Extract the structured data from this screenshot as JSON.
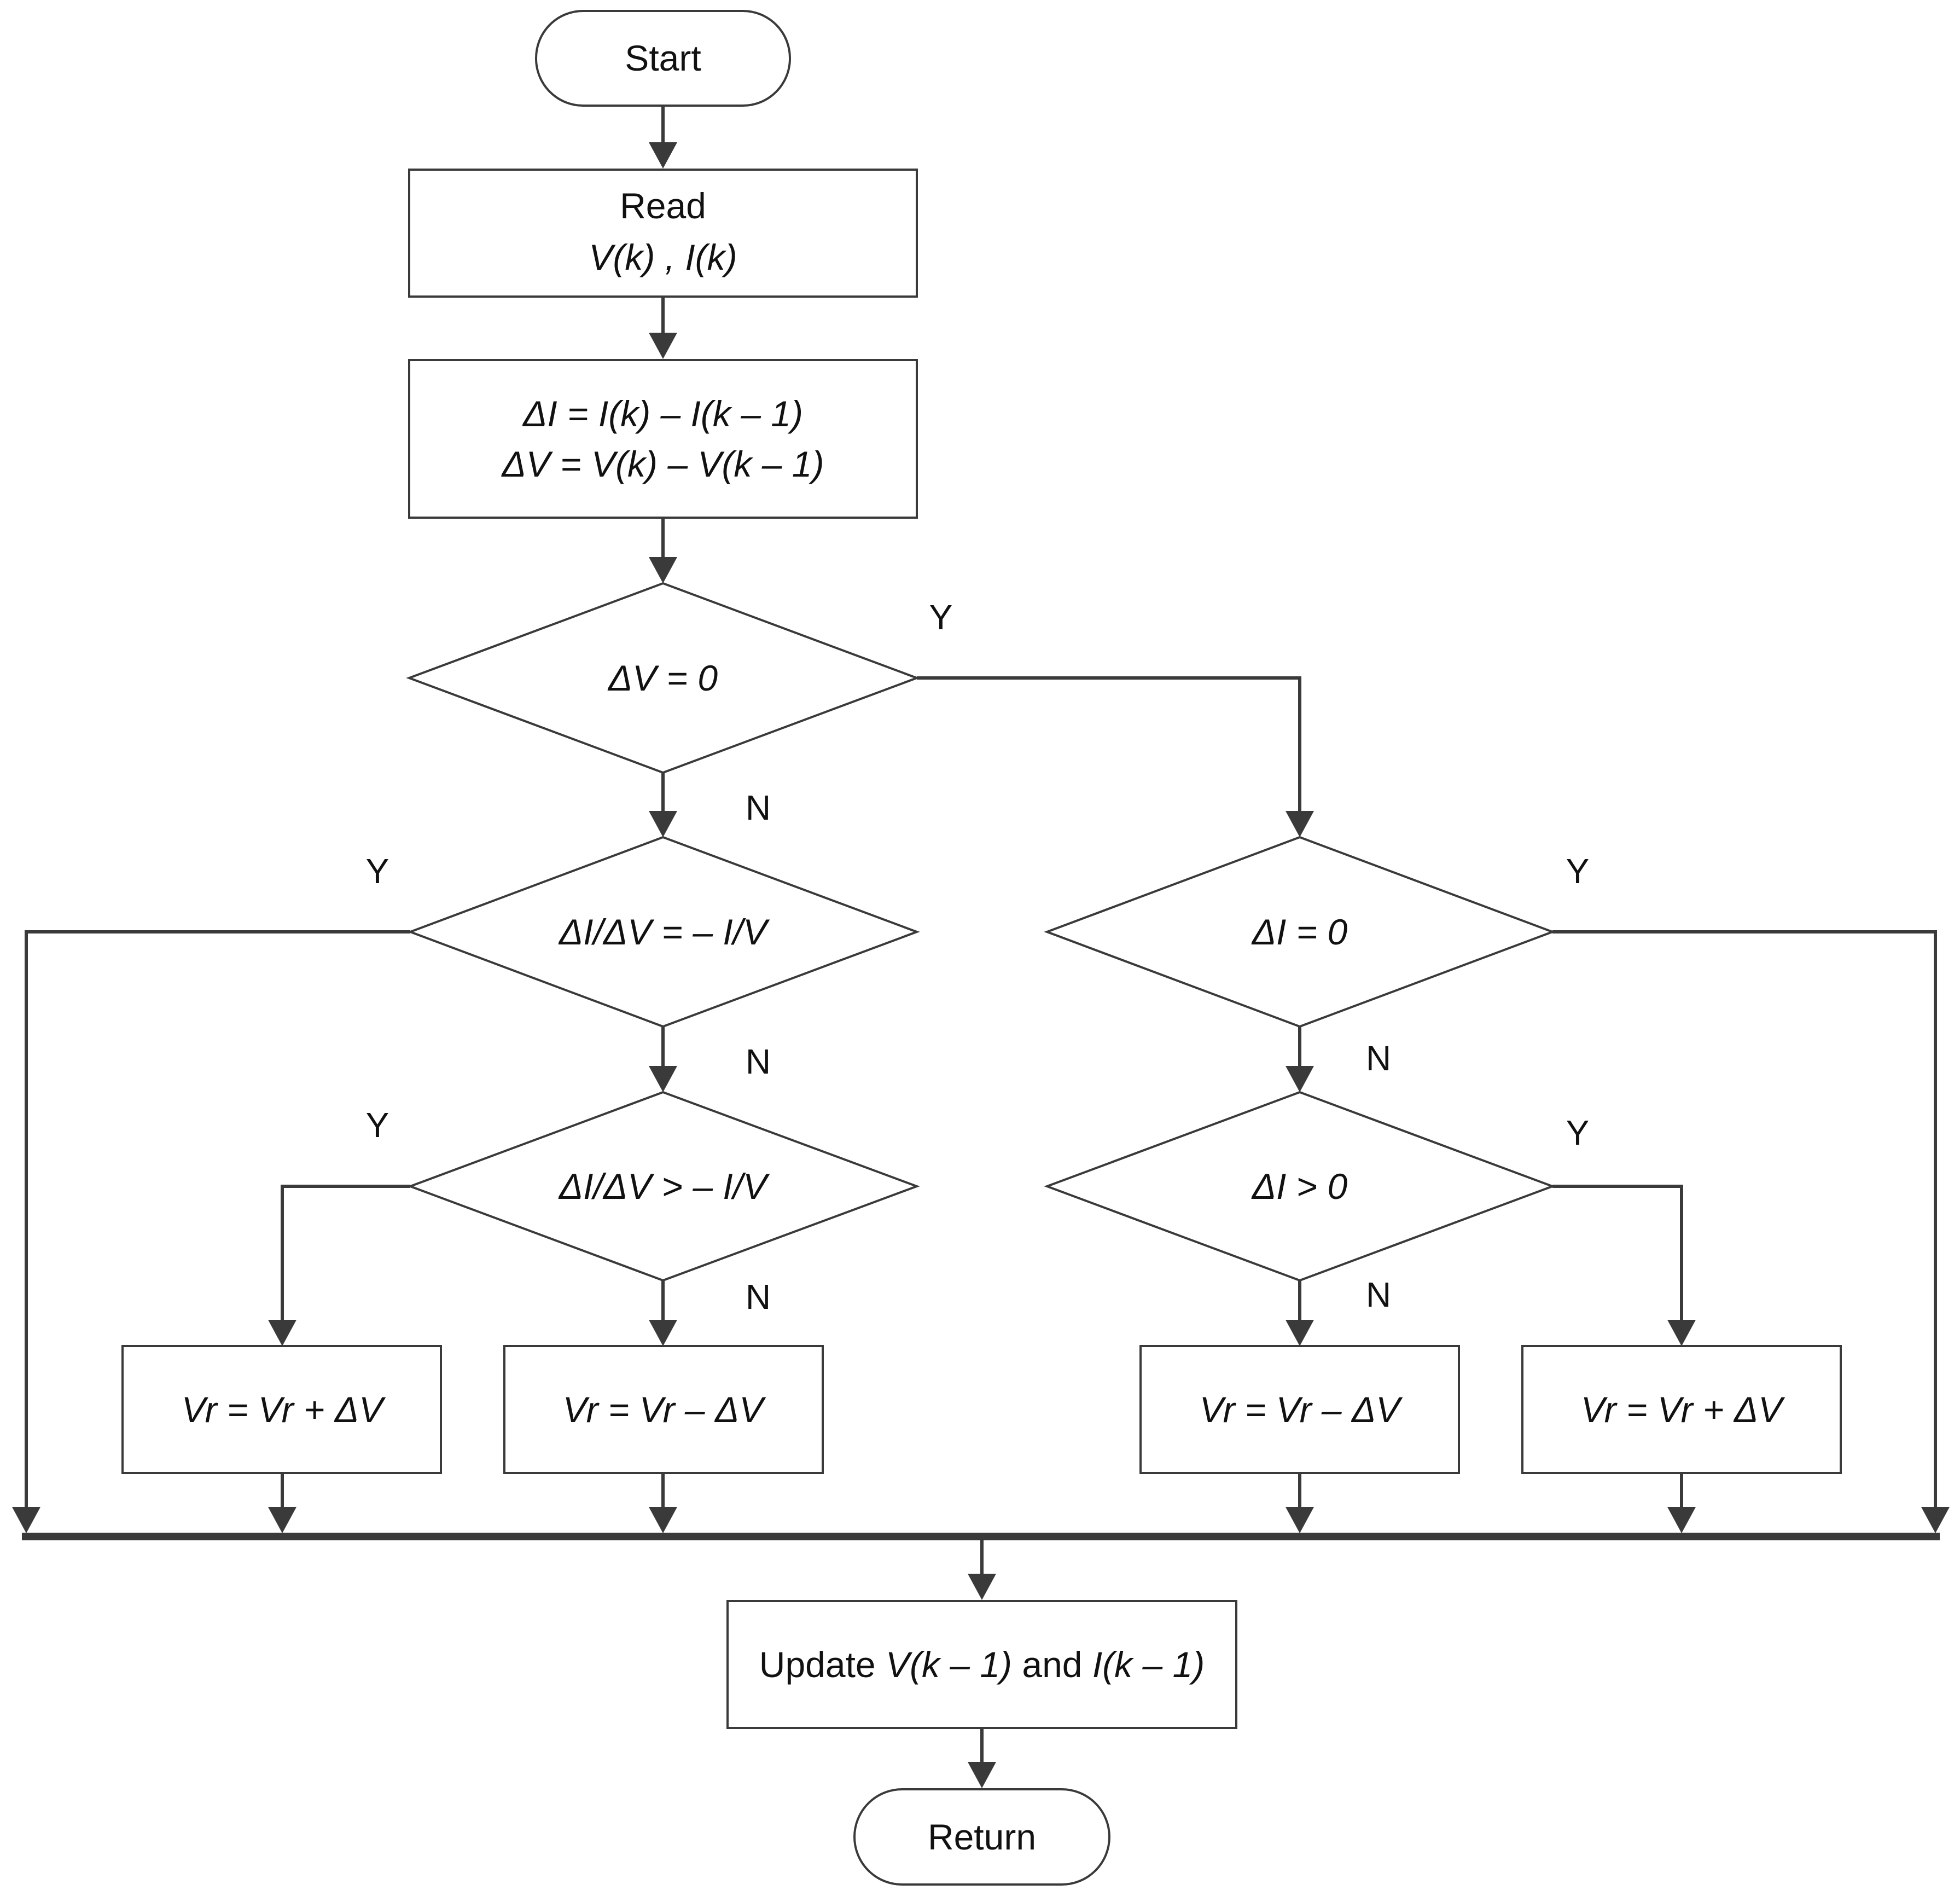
{
  "nodes": {
    "start": {
      "label": "Start"
    },
    "read": {
      "line1": "Read",
      "line2": "V(k) , I(k)"
    },
    "compute": {
      "line1": "ΔI = I(k) – I(k – 1)",
      "line2": "ΔV = V(k) – V(k – 1)"
    },
    "dec_dv0": {
      "label": "ΔV = 0"
    },
    "dec_inc_eq": {
      "label": "ΔI/ΔV = – I/V"
    },
    "dec_inc_gt": {
      "label": "ΔI/ΔV > – I/V"
    },
    "dec_di0": {
      "label": "ΔI = 0"
    },
    "dec_di_gt": {
      "label": "ΔI > 0"
    },
    "act_l1": {
      "label": "Vr = Vr + ΔV"
    },
    "act_l2": {
      "label": "Vr = Vr – ΔV"
    },
    "act_r1": {
      "label": "Vr = Vr – ΔV"
    },
    "act_r2": {
      "label": "Vr = Vr + ΔV"
    },
    "update": {
      "pre": "Update ",
      "v": "V(k – 1)",
      "mid": " and ",
      "i": "I(k – 1)"
    },
    "return": {
      "label": "Return"
    }
  },
  "branch_labels": {
    "dv0_yes": "Y",
    "dv0_no": "N",
    "inc_eq_yes": "Y",
    "inc_eq_no": "N",
    "inc_gt_yes": "Y",
    "inc_gt_no": "N",
    "di0_yes": "Y",
    "di0_no": "N",
    "di_gt_yes": "Y",
    "di_gt_no": "N"
  }
}
